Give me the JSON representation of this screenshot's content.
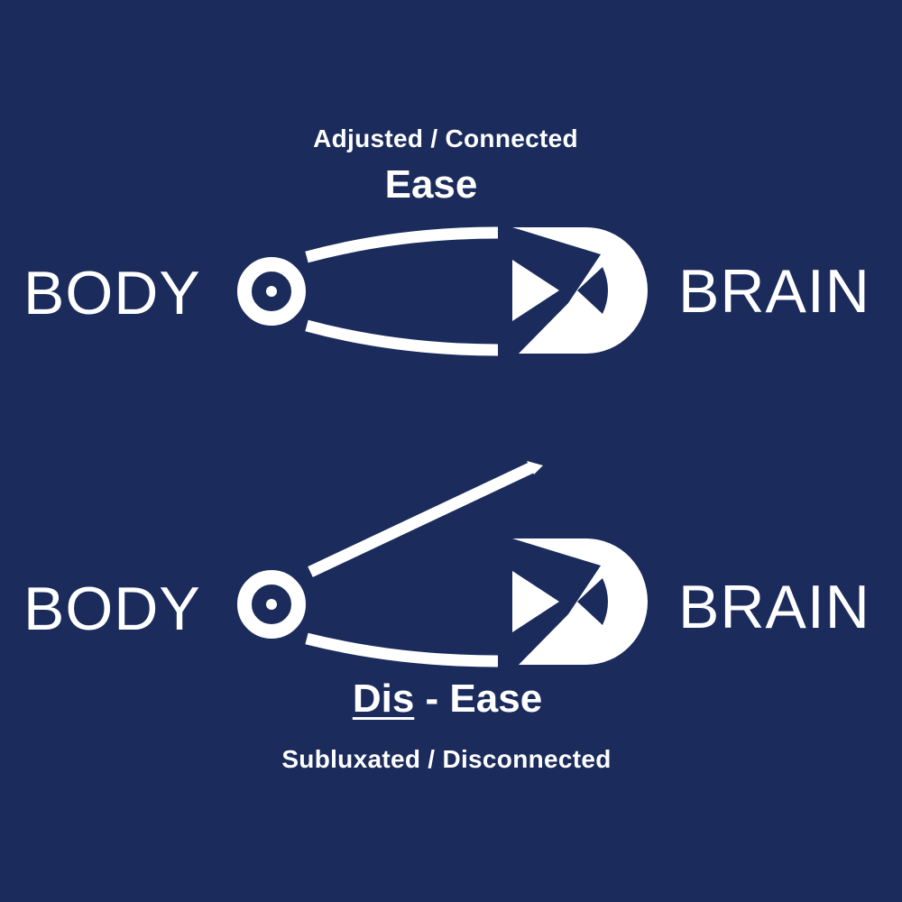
{
  "colors": {
    "background": "#1b2c5c",
    "foreground": "#ffffff"
  },
  "top": {
    "caption": "Adjusted / Connected",
    "headline": "Ease",
    "left_label": "BODY",
    "right_label": "BRAIN",
    "pin_state": "closed",
    "icon": "safety-pin-closed-icon"
  },
  "bottom": {
    "caption": "Subluxated / Disconnected",
    "headline_part1": "Dis",
    "headline_part2": " - Ease",
    "left_label": "BODY",
    "right_label": "BRAIN",
    "pin_state": "open",
    "icon": "safety-pin-open-icon"
  }
}
